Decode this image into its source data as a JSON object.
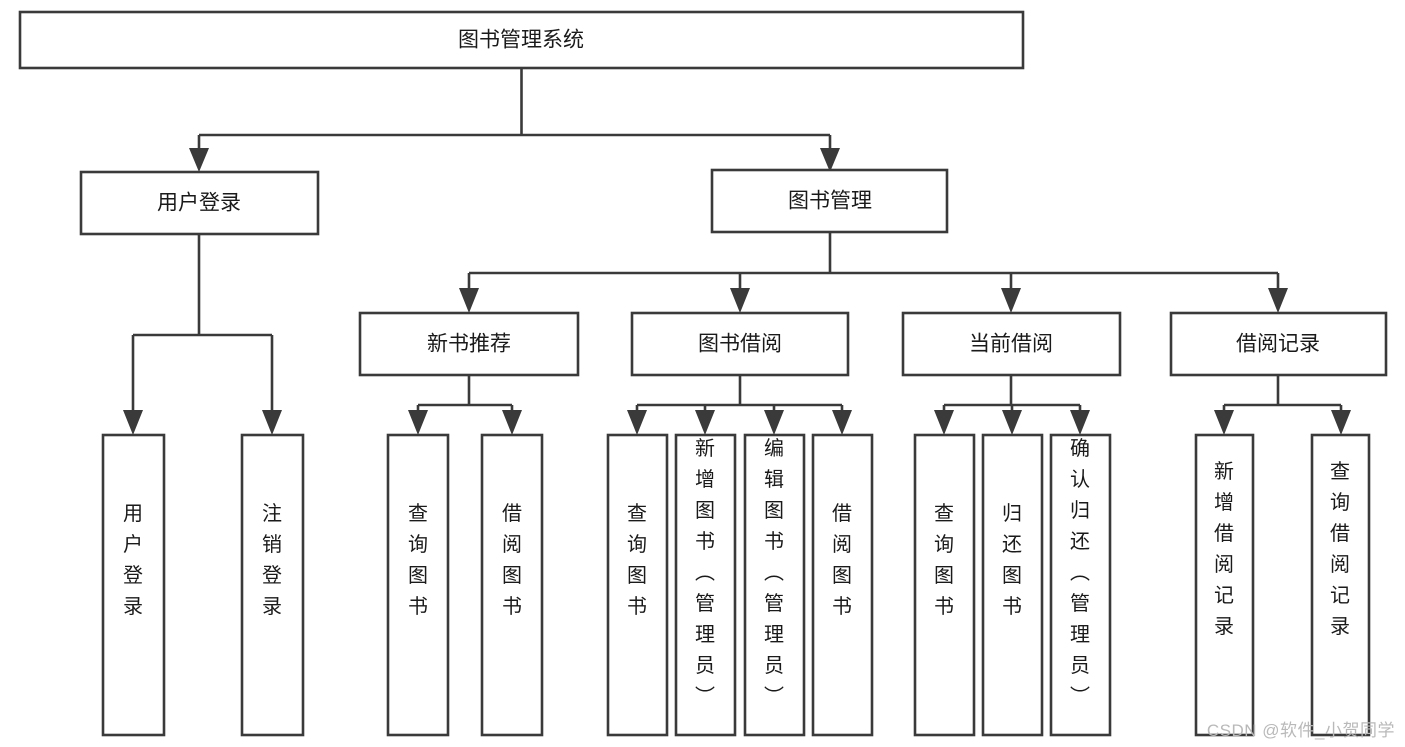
{
  "diagram": {
    "title": "图书管理系统",
    "type": "hierarchy-tree",
    "watermark": "CSDN @软件_小贺同学",
    "colors": {
      "box_stroke": "#3a3a3a",
      "box_fill": "#ffffff",
      "text": "#1a1a1a",
      "background": "#ffffff",
      "watermark": "#b9b9b9"
    },
    "levels": {
      "level1": [
        {
          "id": "root",
          "label": "图书管理系统",
          "orientation": "horizontal"
        }
      ],
      "level2": [
        {
          "id": "login",
          "label": "用户登录",
          "orientation": "horizontal",
          "parent": "root"
        },
        {
          "id": "bookmgmt",
          "label": "图书管理",
          "orientation": "horizontal",
          "parent": "root"
        }
      ],
      "level3": [
        {
          "id": "newbook",
          "label": "新书推荐",
          "orientation": "horizontal",
          "parent": "bookmgmt"
        },
        {
          "id": "borrow",
          "label": "图书借阅",
          "orientation": "horizontal",
          "parent": "bookmgmt"
        },
        {
          "id": "current",
          "label": "当前借阅",
          "orientation": "horizontal",
          "parent": "bookmgmt"
        },
        {
          "id": "records",
          "label": "借阅记录",
          "orientation": "horizontal",
          "parent": "bookmgmt"
        }
      ],
      "level4": [
        {
          "id": "leaf-1",
          "label": "用户登录",
          "orientation": "vertical",
          "parent": "login"
        },
        {
          "id": "leaf-2",
          "label": "注销登录",
          "orientation": "vertical",
          "parent": "login"
        },
        {
          "id": "leaf-3",
          "label": "查询图书",
          "orientation": "vertical",
          "parent": "newbook"
        },
        {
          "id": "leaf-4",
          "label": "借阅图书",
          "orientation": "vertical",
          "parent": "newbook"
        },
        {
          "id": "leaf-5",
          "label": "查询图书",
          "orientation": "vertical",
          "parent": "borrow"
        },
        {
          "id": "leaf-6",
          "label": "新增图书（管理员）",
          "orientation": "vertical",
          "parent": "borrow"
        },
        {
          "id": "leaf-7",
          "label": "编辑图书（管理员）",
          "orientation": "vertical",
          "parent": "borrow"
        },
        {
          "id": "leaf-8",
          "label": "借阅图书",
          "orientation": "vertical",
          "parent": "borrow"
        },
        {
          "id": "leaf-9",
          "label": "查询图书",
          "orientation": "vertical",
          "parent": "current"
        },
        {
          "id": "leaf-10",
          "label": "归还图书",
          "orientation": "vertical",
          "parent": "current"
        },
        {
          "id": "leaf-11",
          "label": "确认归还（管理员）",
          "orientation": "vertical",
          "parent": "current"
        },
        {
          "id": "leaf-12",
          "label": "新增借阅记录",
          "orientation": "vertical",
          "parent": "records"
        },
        {
          "id": "leaf-13",
          "label": "查询借阅记录",
          "orientation": "vertical",
          "parent": "records"
        }
      ]
    }
  }
}
